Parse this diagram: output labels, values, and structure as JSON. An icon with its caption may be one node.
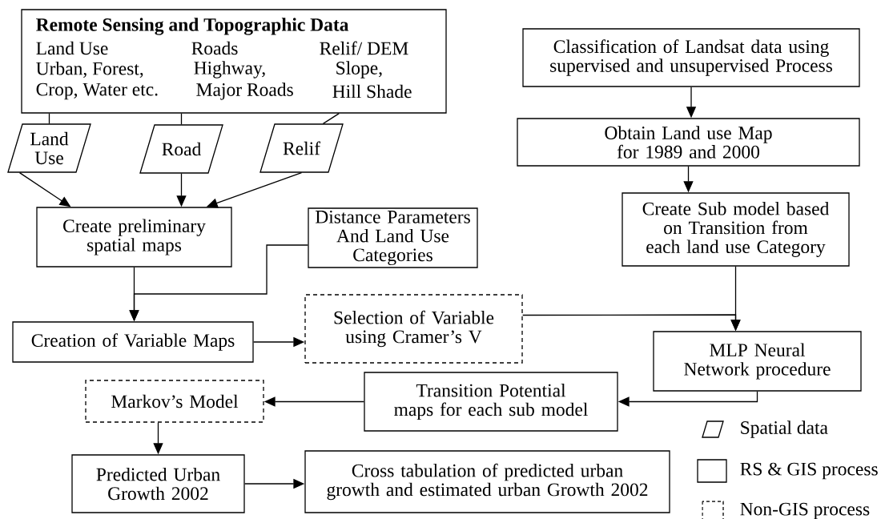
{
  "diagram": {
    "nodes": [
      {
        "text": [
          "Remote Sensing and Topographic Data",
          "Land Use",
          "Roads",
          "Relif/ DEM",
          "Urban, Forest,",
          "Highway,",
          "Slope,",
          "Crop, Water etc.",
          "Major Roads",
          "Hill Shade"
        ]
      },
      {
        "text": [
          "Land Use"
        ]
      },
      {
        "text": [
          "Road"
        ]
      },
      {
        "text": [
          "Relif"
        ]
      },
      {
        "text": [
          "Create preliminary spatial maps"
        ]
      },
      {
        "text": [
          "Distance Parameters And Land Use Categories"
        ]
      },
      {
        "text": [
          "Creation of Variable Maps"
        ]
      },
      {
        "text": [
          "Selection of Variable using Cramer’s V"
        ]
      },
      {
        "text": [
          "Classification of Landsat data using supervised and unsupervised Process"
        ]
      },
      {
        "text": [
          "Obtain Land use Map for 1989 and 2000"
        ]
      },
      {
        "text": [
          "Create Sub model based on Transition from each land use Category"
        ]
      },
      {
        "text": [
          "MLP Neural Network procedure"
        ]
      },
      {
        "text": [
          "Transition Potential maps for each sub model"
        ]
      },
      {
        "text": [
          "Markov’s Model"
        ]
      },
      {
        "text": [
          "Predicted Urban Growth 2002"
        ]
      },
      {
        "text": [
          "Cross tabulation of predicted urban growth and estimated urban Growth 2002"
        ]
      }
    ],
    "edges": [
      {
        "from": 0,
        "to": 1,
        "arrow": "none"
      },
      {
        "from": 0,
        "to": 2,
        "arrow": "none"
      },
      {
        "from": 0,
        "to": 3,
        "arrow": "none"
      },
      {
        "from": 1,
        "to": 4,
        "arrow": "to"
      },
      {
        "from": 2,
        "to": 4,
        "arrow": "to"
      },
      {
        "from": 3,
        "to": 4,
        "arrow": "to"
      },
      {
        "from": 4,
        "to": 6,
        "arrow": "to"
      },
      {
        "from": 5,
        "to": 6,
        "arrow": "to"
      },
      {
        "from": 6,
        "to": 7,
        "arrow": "to"
      },
      {
        "from": 8,
        "to": 9,
        "arrow": "to"
      },
      {
        "from": 9,
        "to": 10,
        "arrow": "to"
      },
      {
        "from": 10,
        "to": 11,
        "arrow": "to"
      },
      {
        "from": 7,
        "to": 11,
        "arrow": "to"
      },
      {
        "from": 11,
        "to": 12,
        "arrow": "to"
      },
      {
        "from": 12,
        "to": 13,
        "arrow": "to"
      },
      {
        "from": 13,
        "to": 14,
        "arrow": "to"
      },
      {
        "from": 14,
        "to": 15,
        "arrow": "to"
      }
    ],
    "legend": [
      {
        "text": "Spatial data"
      },
      {
        "text": "RS & GIS process"
      },
      {
        "text": "Non-GIS process"
      }
    ]
  }
}
